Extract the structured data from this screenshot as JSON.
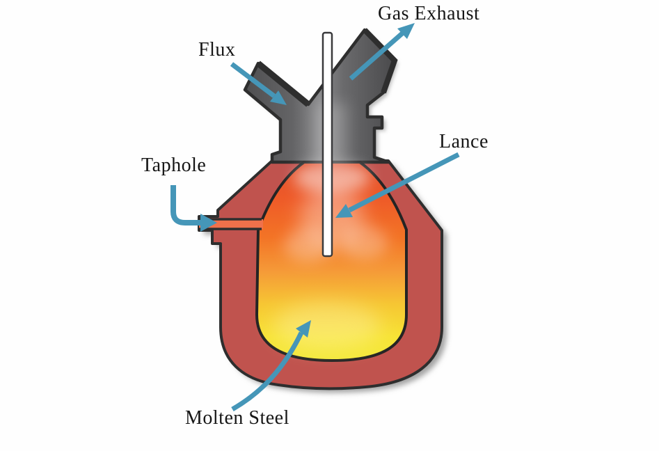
{
  "diagram": {
    "labels": {
      "gas_exhaust": "Gas Exhaust",
      "flux": "Flux",
      "taphole": "Taphole",
      "lance": "Lance",
      "molten_steel": "Molten Steel"
    },
    "colors": {
      "arrow": "#4596b8",
      "outline": "#2e2e2e",
      "vessel_red": "#c0534e",
      "hood_gray": "#6e6e70",
      "melt_top": "#e0512f",
      "melt_bottom": "#f3e93b",
      "taphole_channel": "#f0714b",
      "lance_white": "#ffffff",
      "label_text": "#161616",
      "background": "#ffffff"
    }
  }
}
